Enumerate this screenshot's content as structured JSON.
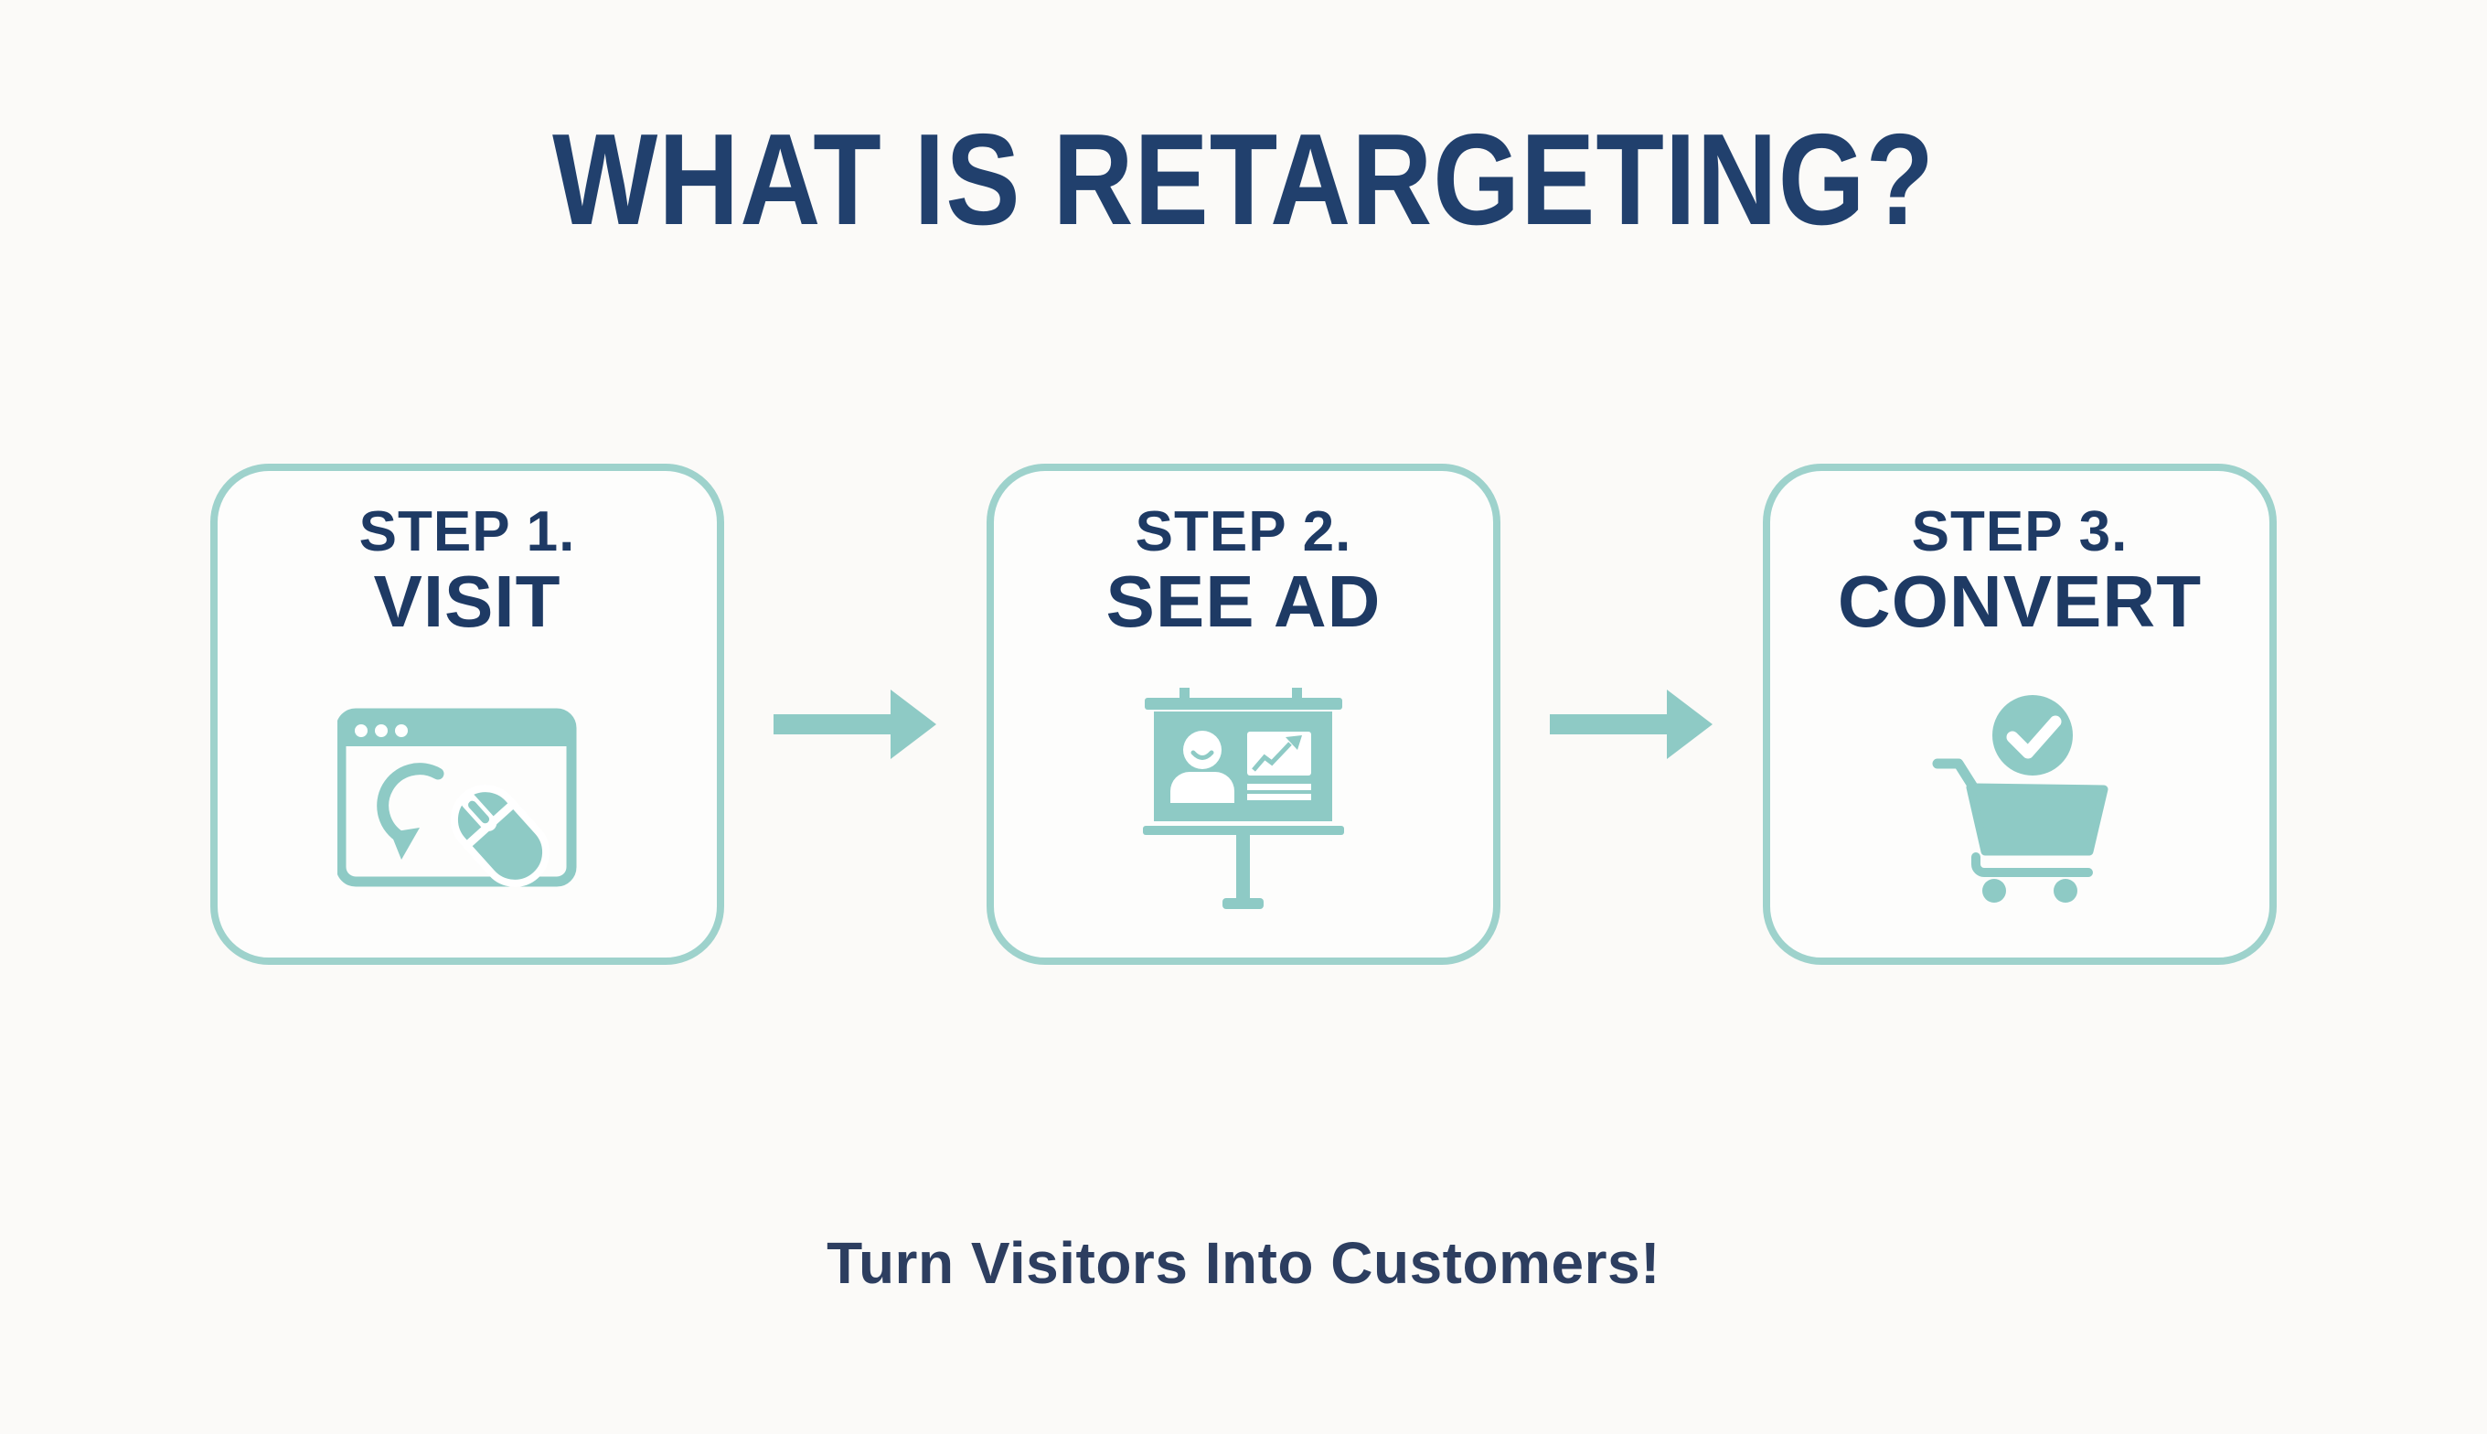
{
  "page": {
    "title": "WHAT IS RETARGETING?",
    "footer": "Turn Visitors Into Customers!"
  },
  "colors": {
    "navy": "#21406d",
    "step-navy": "#1e3a64",
    "footer-navy": "#2d3e60",
    "teal": "#8ecac5",
    "teal-border": "#9ed2cc",
    "page-bg": "#fbfaf8",
    "box-bg": "#fdfdfc"
  },
  "steps": [
    {
      "label": "STEP 1.",
      "action": "VISIT",
      "icon": "browser-click-icon"
    },
    {
      "label": "STEP 2.",
      "action": "SEE AD",
      "icon": "ad-presentation-icon"
    },
    {
      "label": "STEP 3.",
      "action": "CONVERT",
      "icon": "cart-check-icon"
    }
  ],
  "arrows": {
    "icon": "right-arrow-icon"
  }
}
